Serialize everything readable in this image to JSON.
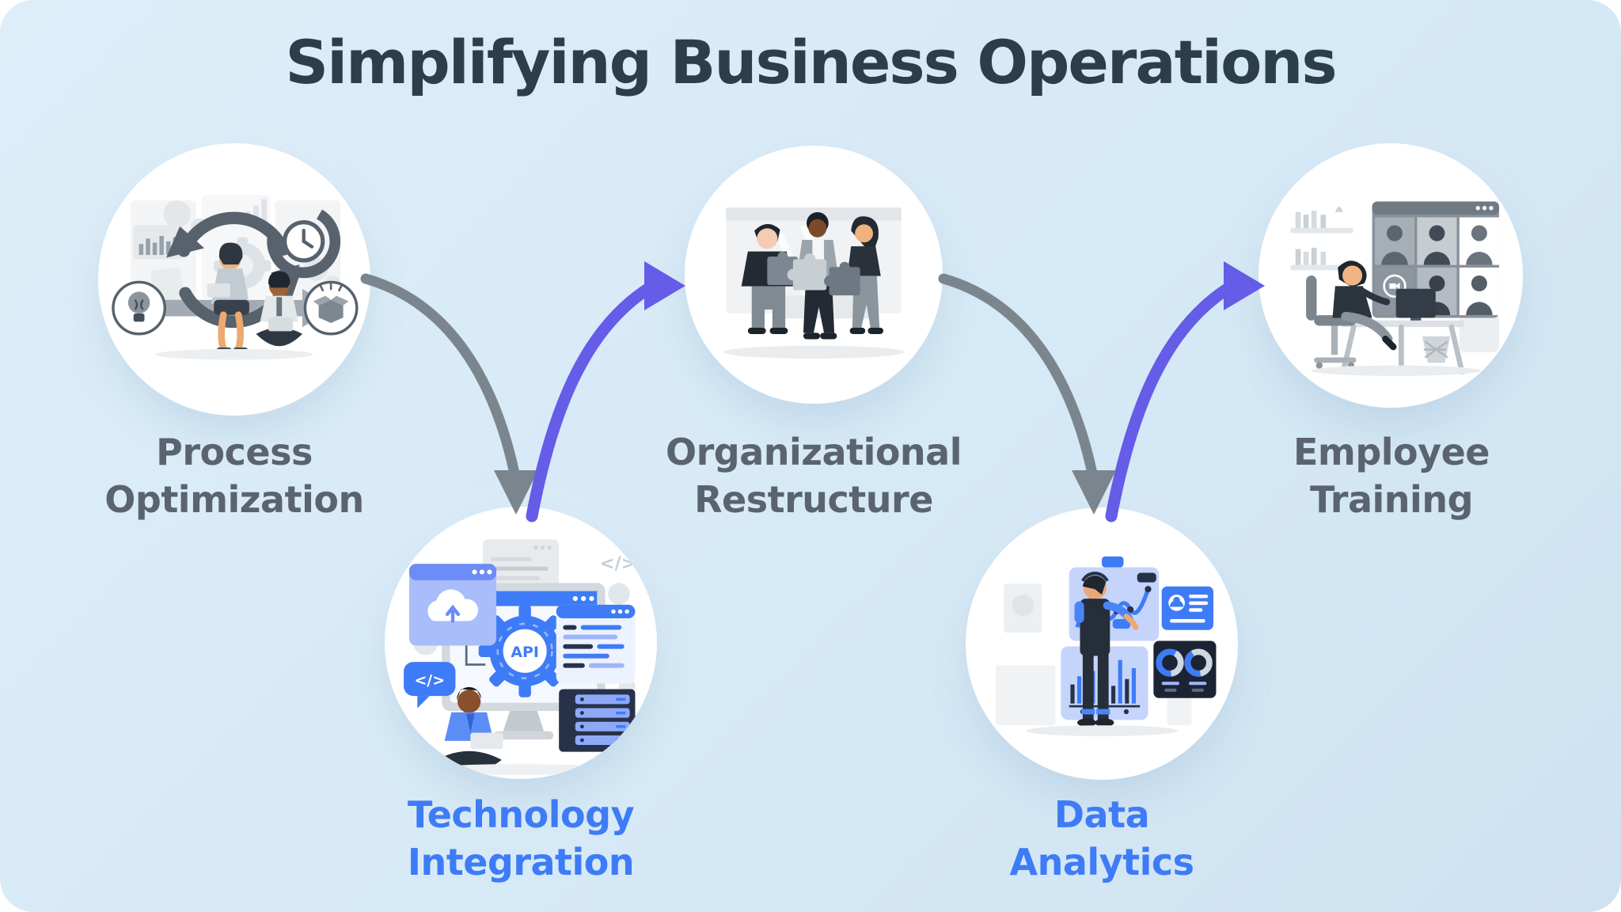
{
  "title": "Simplifying Business Operations",
  "colors": {
    "background": "#d7e8f5",
    "page_corner": "#ffffff",
    "title_text": "#2c3d4b",
    "step_label_gray": "#5a646e",
    "step_label_blue": "#3e7bf6",
    "arrow_gray": "#7b858d",
    "arrow_purple": "#655ce8",
    "circle_fill": "#ffffff",
    "illustration_blue": "#3e7bf6",
    "illustration_navy": "#27324a",
    "illustration_slate": "#57626d"
  },
  "steps": [
    {
      "id": "process-optimization",
      "label": "Process\nOptimization",
      "label_color": "#5a646e",
      "position": "top",
      "icons": [
        "cycle-arrows-icon",
        "clock-icon",
        "gear-icon",
        "lightbulb-badge-icon",
        "open-box-badge-icon",
        "bar-chart-icon",
        "right-arrow-icon",
        "woman-with-laptop-figure",
        "man-with-laptop-figure"
      ]
    },
    {
      "id": "technology-integration",
      "label": "Technology\nIntegration",
      "label_color": "#3e7bf6",
      "position": "bottom",
      "icons": [
        "monitor-icon",
        "api-gear-icon",
        "cloud-upload-window-icon",
        "code-panel-icon",
        "document-card-icon",
        "server-rack-icon",
        "code-bubble-icon",
        "man-with-laptop-figure"
      ]
    },
    {
      "id": "organizational-restructure",
      "label": "Organizational\nRestructure",
      "label_color": "#5a646e",
      "position": "top",
      "icons": [
        "office-window-backdrop",
        "puzzle-piece-icon",
        "three-people-figures"
      ]
    },
    {
      "id": "data-analytics",
      "label": "Data\nAnalytics",
      "label_color": "#3e7bf6",
      "position": "bottom",
      "icons": [
        "line-chart-panel-icon",
        "bar-chart-panel-icon",
        "donut-charts-panel-icon",
        "id-card-panel-icon",
        "standing-analyst-figure"
      ]
    },
    {
      "id": "employee-training",
      "label": "Employee\nTraining",
      "label_color": "#5a646e",
      "position": "top",
      "icons": [
        "video-call-window-icon",
        "bookshelf-icon",
        "desk-icon",
        "office-chair-icon",
        "monitor-icon",
        "trash-bin-icon",
        "woman-at-desk-figure"
      ]
    }
  ],
  "connectors": [
    {
      "from": "process-optimization",
      "to": "technology-integration",
      "color": "#7b858d",
      "shape": "arc",
      "arrowhead": "down"
    },
    {
      "from": "technology-integration",
      "to": "organizational-restructure",
      "color": "#655ce8",
      "shape": "arc",
      "arrowhead": "right"
    },
    {
      "from": "organizational-restructure",
      "to": "data-analytics",
      "color": "#7b858d",
      "shape": "arc",
      "arrowhead": "down"
    },
    {
      "from": "data-analytics",
      "to": "employee-training",
      "color": "#655ce8",
      "shape": "arc",
      "arrowhead": "right"
    }
  ],
  "illustrations": {
    "api_label": "API",
    "code_label": "</>"
  }
}
